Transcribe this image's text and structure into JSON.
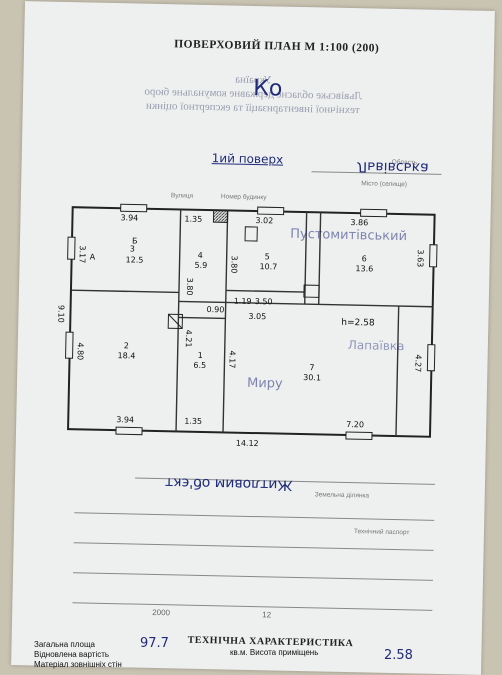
{
  "document": {
    "title": "ПОВЕРХОВИЙ ПЛАН М 1:100 (200)",
    "floor_note": "1ий поверх",
    "signature": "Ко",
    "stamp_lines": [
      "Україна",
      "Львівське обласне державне комунальне бюро",
      "технічної інвентаризації та експертної оцінки"
    ],
    "form_labels": [
      "Область",
      "Місто (селище)",
      "Вулиця",
      "Номер будинку",
      "Земельна ділянка",
      "Технічний паспорт"
    ],
    "handwritten": {
      "oblast": "Львівська",
      "city": "Пустомитівський",
      "street": "Миру",
      "village": "Лапаївка",
      "object": "Житловим об'єкт"
    },
    "rooms": [
      {
        "letter": "Б",
        "num": "3",
        "area": "12.5"
      },
      {
        "letter": "",
        "num": "4",
        "area": "5.9"
      },
      {
        "letter": "",
        "num": "5",
        "area": "10.7"
      },
      {
        "letter": "",
        "num": "6",
        "area": "13.6"
      },
      {
        "letter": "",
        "num": "2",
        "area": "18.4"
      },
      {
        "letter": "",
        "num": "1",
        "area": "6.5"
      },
      {
        "letter": "",
        "num": "7",
        "area": "30.1"
      }
    ],
    "letter_a": "А",
    "dimensions": {
      "top_left": "3.94",
      "top_small": "1.35",
      "top_mid": "3.02",
      "top_right": "3.86",
      "left_total": "9.10",
      "left_upper": "3.17",
      "left_lower": "4.80",
      "mid_v1": "3.80",
      "mid_v2": "3.80",
      "mid_small": "0.90",
      "mid_h": "1.19",
      "mid_h2": "3.50",
      "right_upper": "3.63",
      "right_lower": "4.27",
      "inner_v": "4.21",
      "inner_v2": "4.17",
      "mid_bottom": "3.05",
      "height": "h=2.58",
      "bottom_left": "3.94",
      "bottom_small": "1.35",
      "bottom_right": "7.20",
      "total_width": "14.12"
    },
    "characteristics": {
      "heading": "ТЕХНІЧНА ХАРАКТЕРИСТИКА",
      "total_area_label": "Загальна площа",
      "total_area_value": "97.7",
      "unit_label": "кв.м. Висота приміщень",
      "height_value": "2.58",
      "restored_cost_label": "Відновлена вартість",
      "walls_material_label": "Матеріал зовнішніх стін"
    },
    "page_numbers": [
      "12",
      "2000"
    ]
  }
}
